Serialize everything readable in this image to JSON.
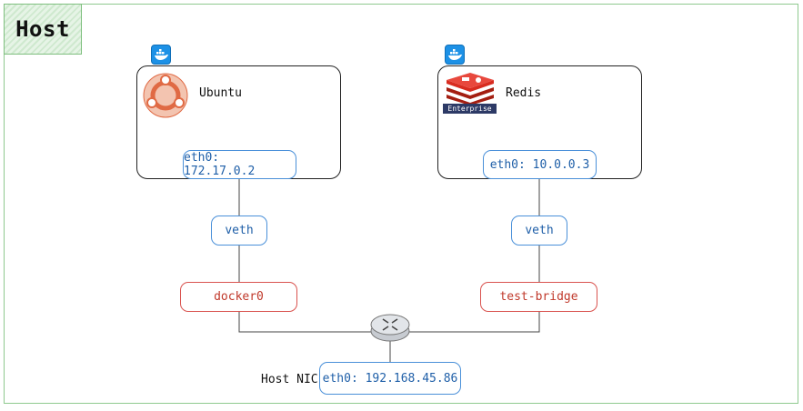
{
  "host": {
    "title": "Host"
  },
  "containers": [
    {
      "name": "Ubuntu",
      "interface": "eth0: 172.17.0.2",
      "veth": "veth",
      "bridge": "docker0"
    },
    {
      "name": "Redis",
      "badge": "Enterprise",
      "interface": "eth0: 10.0.0.3",
      "veth": "veth",
      "bridge": "test-bridge"
    }
  ],
  "nic": {
    "label": "Host NIC",
    "interface": "eth0: 192.168.45.86"
  },
  "icons": [
    "docker-icon",
    "ubuntu-logo-icon",
    "redis-logo-icon",
    "router-icon"
  ],
  "colors": {
    "frame": "#8fc98f",
    "interface_border": "#4a90d9",
    "bridge_border": "#d9534f",
    "docker": "#1d91e6"
  }
}
